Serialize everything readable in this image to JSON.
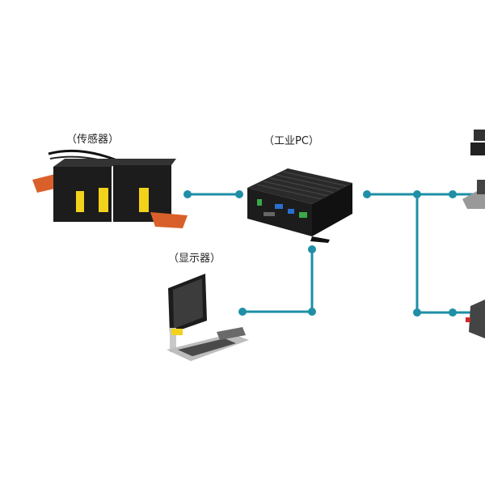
{
  "labels": {
    "sensor": "（传感器）",
    "industrial_pc": "（工业PC）",
    "display": "（显示器）"
  },
  "colors": {
    "link": "#1e8fa6",
    "device_dark": "#1c1c1c",
    "accent_orange": "#d9602a",
    "accent_yellow": "#f2d21b"
  },
  "icons": [
    "laser-sensor-icon",
    "industrial-pc-icon",
    "monitor-keyboard-icon",
    "robot-arm-icon",
    "controller-box-icon"
  ]
}
